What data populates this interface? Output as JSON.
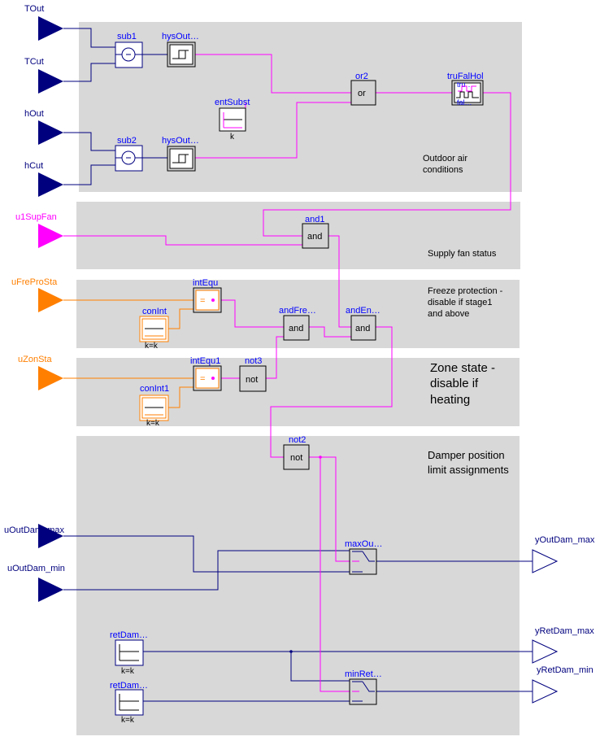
{
  "panels": {
    "outdoor": "Outdoor air conditions",
    "outdoor_lines": [
      "Outdoor air",
      "conditions"
    ],
    "fan": "Supply fan status",
    "freeze_lines": [
      "Freeze protection -",
      "disable if stage1",
      "and above"
    ],
    "zone_lines": [
      "Zone state -",
      "disable if",
      "heating"
    ],
    "damper_lines": [
      "Damper position",
      "limit assignments"
    ]
  },
  "inputs": {
    "TOut": "TOut",
    "TCut": "TCut",
    "hOut": "hOut",
    "hCut": "hCut",
    "u1SupFan": "u1SupFan",
    "uFreProSta": "uFreProSta",
    "uZonSta": "uZonSta",
    "uOutDam_max": "uOutDam_max",
    "uOutDam_min": "uOutDam_min"
  },
  "outputs": {
    "yOutDam_max": "yOutDam_max",
    "yRetDam_max": "yRetDam_max",
    "yRetDam_min": "yRetDam_min"
  },
  "blocks": {
    "sub1": "sub1",
    "sub2": "sub2",
    "hysOut1": "hysOut…",
    "hysOut2": "hysOut…",
    "entSubst": "entSubst",
    "entSubst_param": "k",
    "or2": "or2",
    "or2_op": "or",
    "truFalHol": "truFalHol",
    "truFalHol_tru": "tru…",
    "truFalHol_fal": "fal…",
    "and1": "and1",
    "and1_op": "and",
    "intEqu": "intEqu",
    "intEqu_op": "=",
    "conInt": "conInt",
    "conInt_param": "k=k",
    "andFre": "andFre…",
    "andFre_op": "and",
    "andEn": "andEn…",
    "andEn_op": "and",
    "intEqu1": "intEqu1",
    "intEqu1_op": "=",
    "not3": "not3",
    "not3_op": "not",
    "conInt1": "conInt1",
    "conInt1_param": "k=k",
    "not2": "not2",
    "not2_op": "not",
    "maxOu": "maxOu…",
    "retDam1": "retDam…",
    "retDam1_param": "k=k",
    "retDam2": "retDam…",
    "retDam2_param": "k=k",
    "minRet": "minRet…"
  },
  "colors": {
    "real": "#00007f",
    "boolean": "#ff00ff",
    "integer": "#ff7f00",
    "panel": "#d8d8d8",
    "block_fill": "#d3d3d3",
    "label": "#0000ff"
  }
}
